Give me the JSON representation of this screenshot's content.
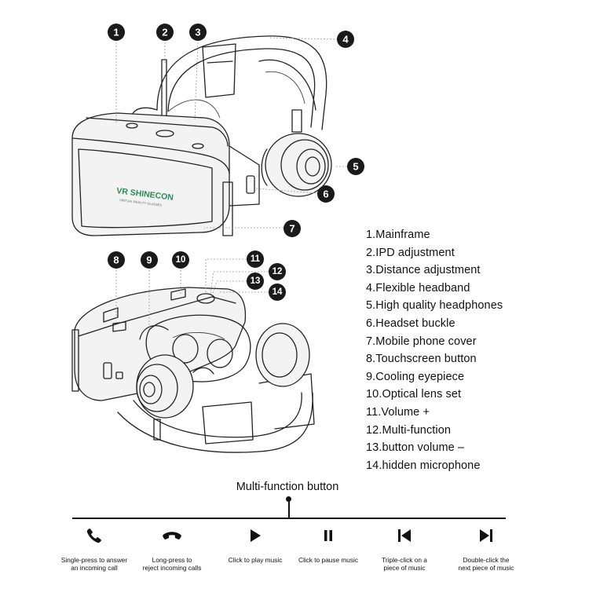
{
  "device": {
    "brand_text": "VR SHINECON",
    "sub_brand_text": "VIRTUAL REALITY GLASSES"
  },
  "callouts": [
    "1",
    "2",
    "3",
    "4",
    "5",
    "6",
    "7",
    "8",
    "9",
    "10",
    "11",
    "12",
    "13",
    "14"
  ],
  "parts": [
    "1.Mainframe",
    "2.IPD adjustment",
    "3.Distance adjustment",
    "4.Flexible headband",
    "5.High quality headphones",
    "6.Headset buckle",
    "7.Mobile phone cover",
    "8.Touchscreen button",
    "9.Cooling eyepiece",
    "10.Optical lens set",
    "11.Volume +",
    "12.Multi-function",
    "13.button volume –",
    "14.hidden microphone"
  ],
  "multifunction": {
    "title": "Multi-function button",
    "actions": [
      {
        "icon": "phone-answer-icon",
        "caption_line1": "Single-press to answer",
        "caption_line2": "an incoming call"
      },
      {
        "icon": "phone-hangup-icon",
        "caption_line1": "Long-press to",
        "caption_line2": "reject incoming calls"
      },
      {
        "icon": "play-icon",
        "caption_line1": "Click to play music",
        "caption_line2": ""
      },
      {
        "icon": "pause-icon",
        "caption_line1": "Click to pause music",
        "caption_line2": ""
      },
      {
        "icon": "previous-track-icon",
        "caption_line1": "Triple-click on a",
        "caption_line2": "piece of music"
      },
      {
        "icon": "next-track-icon",
        "caption_line1": "Double-click the",
        "caption_line2": "next piece of music"
      }
    ]
  }
}
